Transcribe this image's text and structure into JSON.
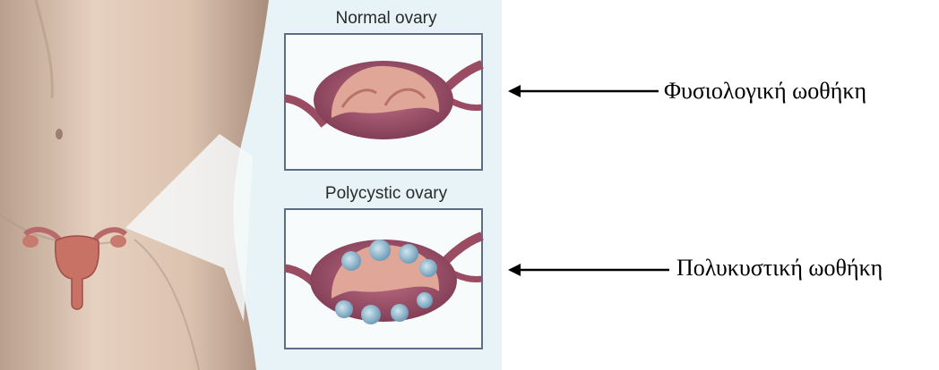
{
  "illustration": {
    "normal_caption": "Normal ovary",
    "polycystic_caption": "Polycystic ovary"
  },
  "labels": {
    "normal": "Φυσιολογική ωοθήκη",
    "polycystic": "Πολυκυστική ωοθήκη"
  },
  "colors": {
    "background_panel": "#e7f3f6",
    "skin": "#dcc3b0",
    "ovary": "#a3546c",
    "ovary_inner": "#d99a8e",
    "cyst": "#8fb7cc",
    "arrow": "#000000"
  }
}
